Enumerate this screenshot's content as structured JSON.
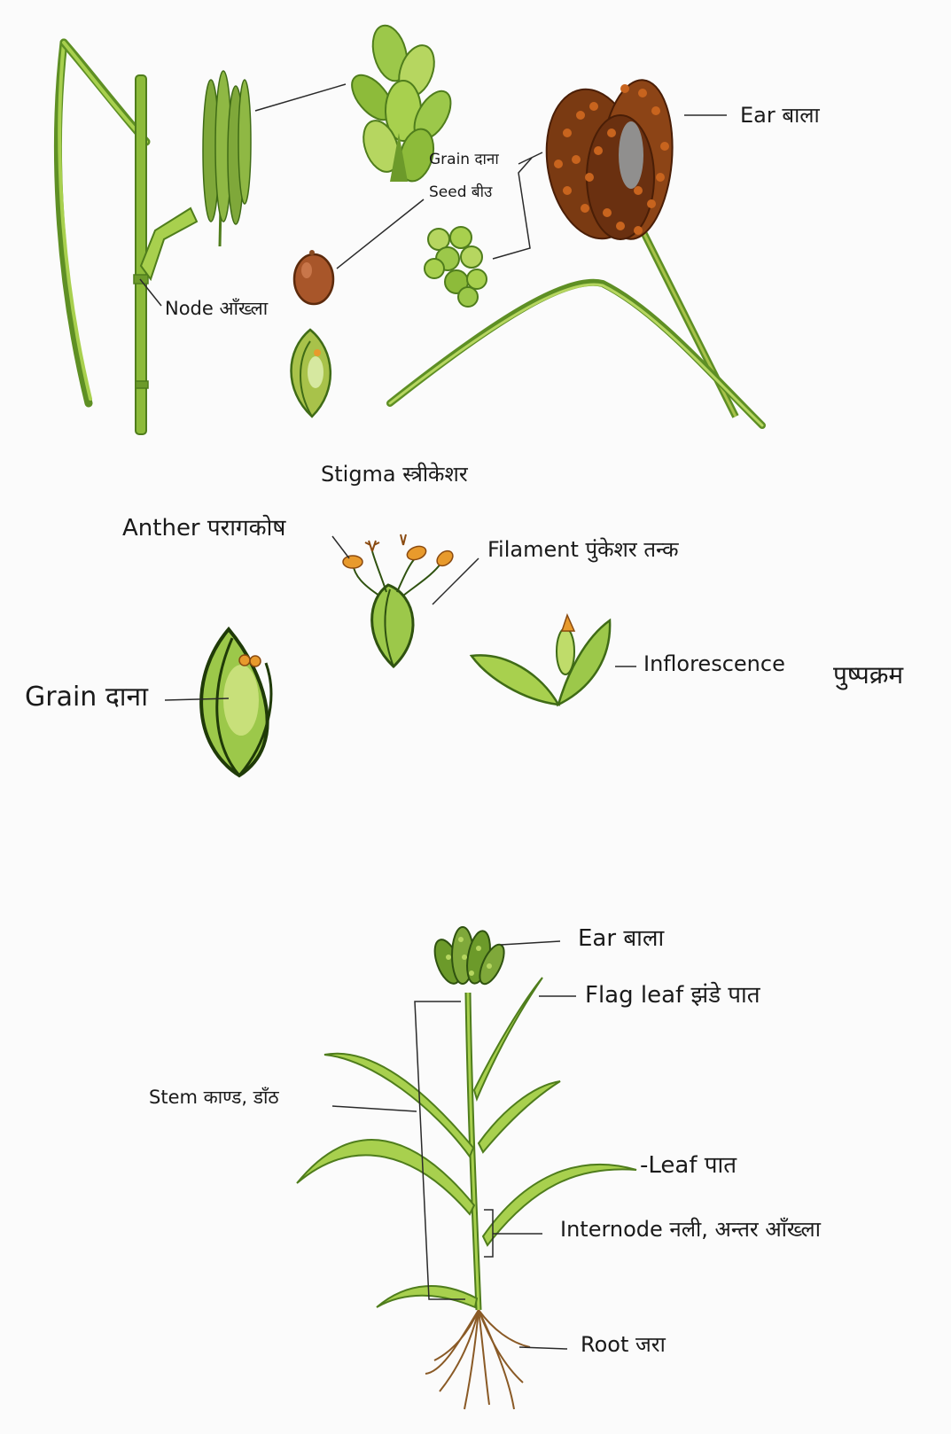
{
  "labels": {
    "ear_top": "Ear बाला",
    "grain_top": "Grain दाना",
    "seed": "Seed बीउ",
    "node": "Node आँख्ला",
    "stigma": "Stigma स्त्रीकेशर",
    "anther": "Anther परागकोष",
    "filament": "Filament पुंकेशर तन्क",
    "inflorescence": "Inflorescence",
    "inflorescence_np": "पुष्पक्रम",
    "grain_mid": "Grain दाना",
    "ear_plant": "Ear बाला",
    "flag_leaf": "Flag leaf झंडे पात",
    "stem": "Stem काण्ड, डाँठ",
    "leaf": "-Leaf पात",
    "internode": "Internode नली, अन्तर आँख्ला",
    "root": "Root जरा"
  },
  "colors": {
    "leaf_green": "#8dbb3a",
    "leaf_dark": "#4f7d1c",
    "leaf_light": "#bfdc6a",
    "ear_brown": "#7a3a12",
    "ear_orange": "#c8641e",
    "anther_orange": "#e89a2c",
    "seed_brown": "#a8562a",
    "root_brown": "#8a5a26",
    "line": "#2a2a2a"
  }
}
